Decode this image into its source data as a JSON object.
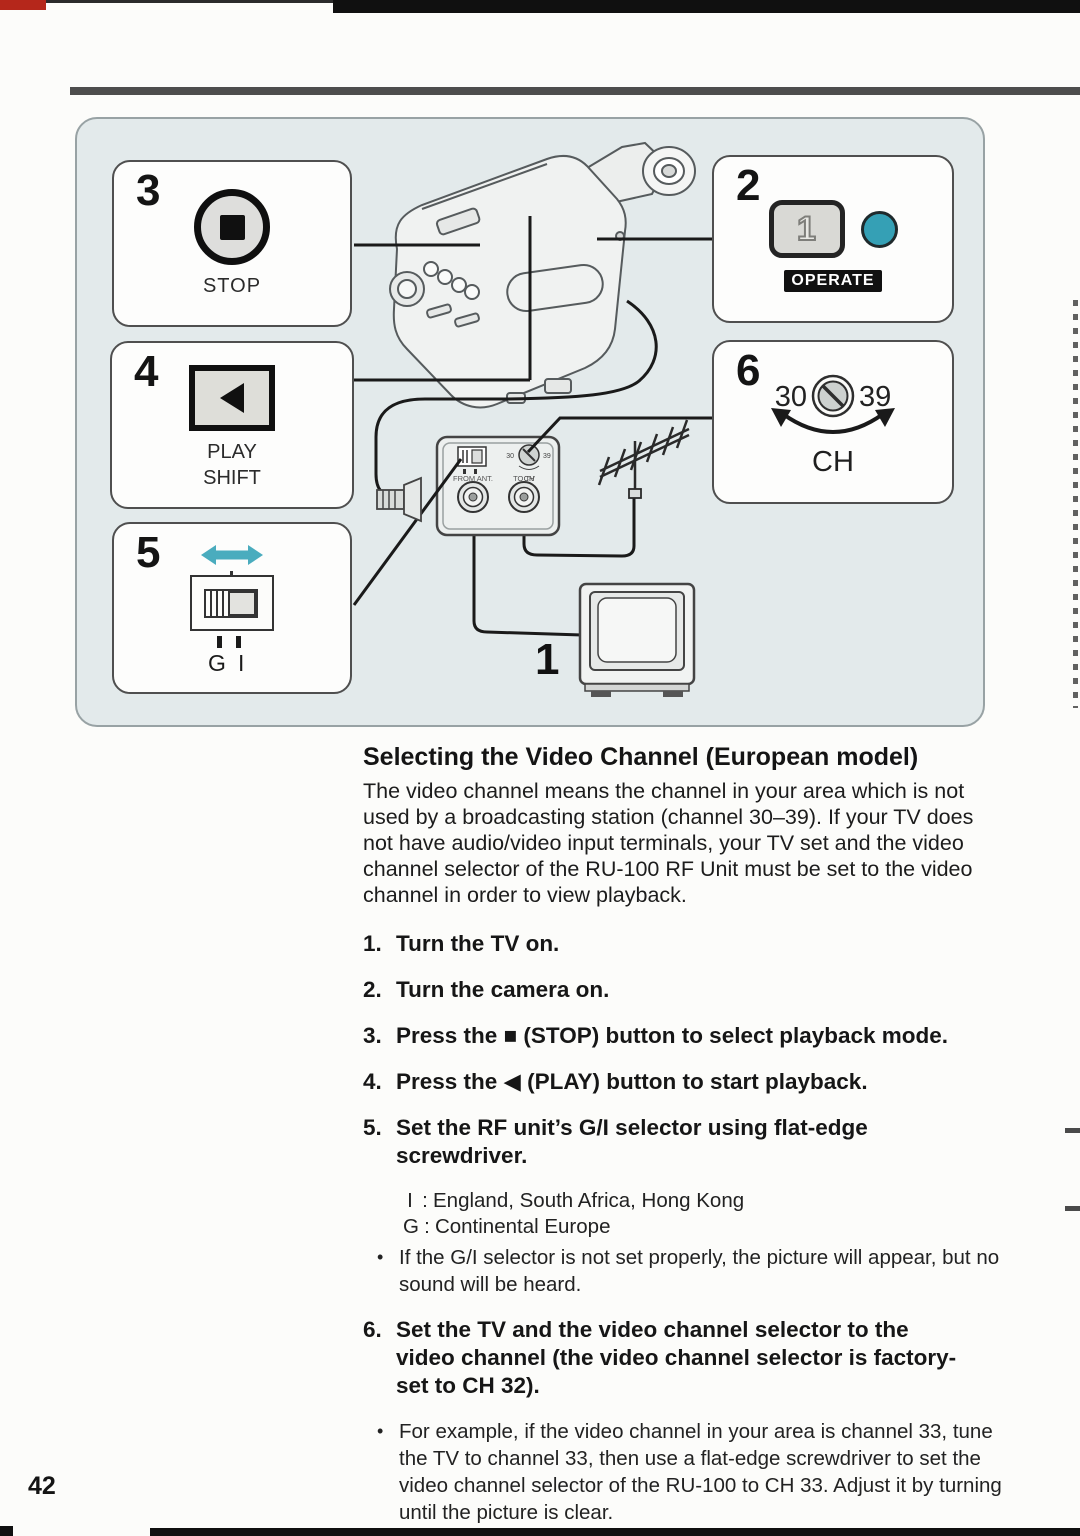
{
  "page": {
    "number": "42"
  },
  "colors": {
    "accent_teal": "#35a0b5",
    "panel_bg": "#e3eaeb",
    "badge_bg": "#111111",
    "rule": "#4d4d4d"
  },
  "diagram": {
    "boxes": {
      "stop": {
        "number": "3",
        "label": "STOP"
      },
      "operate": {
        "number": "2",
        "button_digit": "1",
        "label": "OPERATE"
      },
      "play": {
        "number": "4",
        "label_line1": "PLAY",
        "label_line2": "SHIFT"
      },
      "gi": {
        "number": "5",
        "left": "G",
        "right": "I"
      },
      "channel": {
        "number": "6",
        "min": "30",
        "max": "39",
        "label": "CH"
      },
      "tv": {
        "number": "1"
      }
    },
    "rf_unit": {
      "from_ant": "FROM ANT.",
      "to_tv": "TO TV",
      "ch": "CH",
      "min": "30",
      "max": "39"
    }
  },
  "content": {
    "heading": "Selecting the Video Channel (European model)",
    "intro": "The video channel means the channel in your area which is not used by a broadcasting station (channel 30–39). If your TV does not have audio/video input terminals, your TV set and the video channel selector of the RU-100 RF Unit must be set to the video channel in order to view playback.",
    "steps": [
      {
        "num": "1.",
        "text": "Turn the TV on.",
        "subs": []
      },
      {
        "num": "2.",
        "text": "Turn the camera on.",
        "subs": []
      },
      {
        "num": "3.",
        "text": "Press the ■ (STOP) button to select playback mode.",
        "subs": []
      },
      {
        "num": "4.",
        "text": "Press the ◀ (PLAY) button to start playback.",
        "subs": []
      },
      {
        "num": "5.",
        "text": "Set the RF unit’s G/I selector using flat-edge screwdriver.",
        "subs": [
          {
            "type": "key",
            "key": "I",
            "text": "England, South Africa, Hong Kong"
          },
          {
            "type": "key",
            "key": "G",
            "text": "Continental Europe"
          },
          {
            "type": "bullet",
            "text": "If the G/I selector is not set properly, the picture will appear, but no sound will be heard."
          }
        ]
      },
      {
        "num": "6.",
        "text": "Set the TV and the video channel selector to the video channel (the video channel selector is factory-set to CH 32).",
        "subs": [
          {
            "type": "bullet",
            "text": "For example, if the video channel in your area is channel 33, tune the TV to channel 33, then use a flat-edge screwdriver to set the video channel selector of the RU-100 to CH 33. Adjust it by turning until the picture is clear."
          }
        ]
      }
    ]
  }
}
